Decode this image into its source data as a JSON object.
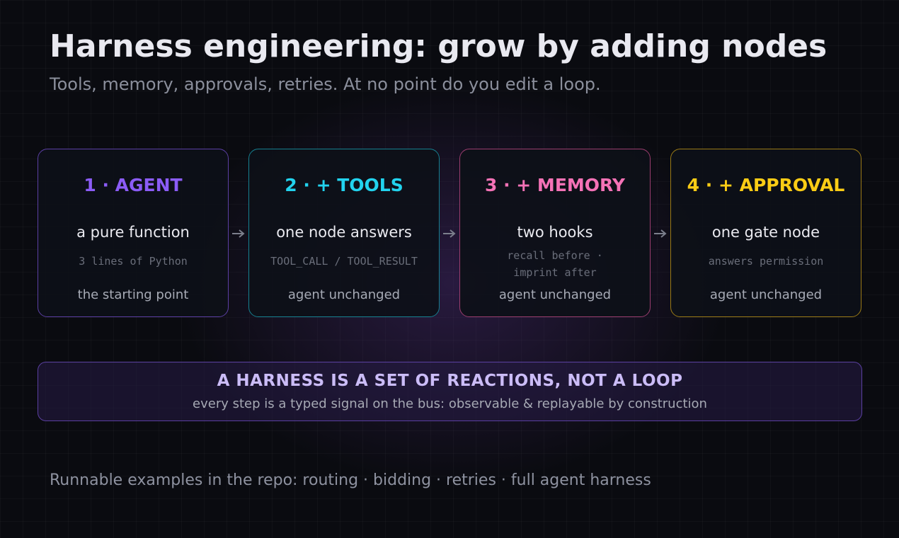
{
  "header": {
    "title": "Harness engineering: grow by adding nodes",
    "subtitle": "Tools, memory, approvals, retries. At no point do you edit a loop."
  },
  "colors": {
    "agent": "#8b5cf6",
    "tools": "#22d3ee",
    "memory": "#f472b6",
    "approval": "#facc15",
    "banner_accent": "#cbbcf7"
  },
  "stages": [
    {
      "title": "1 · AGENT",
      "main": "a pure function",
      "code": "3 lines of Python",
      "foot": "the starting point"
    },
    {
      "title": "2 · + TOOLS",
      "main": "one node answers",
      "code": "TOOL_CALL / TOOL_RESULT",
      "foot": "agent unchanged"
    },
    {
      "title": "3 · + MEMORY",
      "main": "two hooks",
      "code": "recall before · imprint after",
      "foot": "agent unchanged"
    },
    {
      "title": "4 · + APPROVAL",
      "main": "one gate node",
      "code": "answers permission",
      "foot": "agent unchanged"
    }
  ],
  "banner": {
    "title": "A HARNESS IS A SET OF REACTIONS, NOT A LOOP",
    "subtitle": "every step is a typed signal on the bus: observable & replayable by construction"
  },
  "footer": {
    "text": "Runnable examples in the repo: routing · bidding · retries · full agent harness"
  }
}
